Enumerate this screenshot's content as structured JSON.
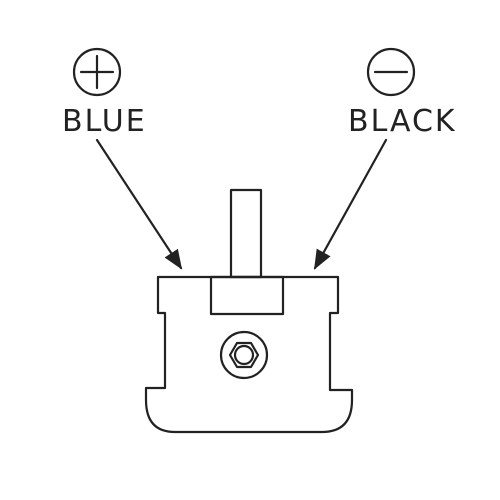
{
  "terminals": [
    {
      "id": "positive",
      "symbol": "plus",
      "label": "BLUE"
    },
    {
      "id": "negative",
      "symbol": "minus",
      "label": "BLACK"
    }
  ],
  "colors": {
    "ink": "#222222",
    "background": "#ffffff"
  }
}
